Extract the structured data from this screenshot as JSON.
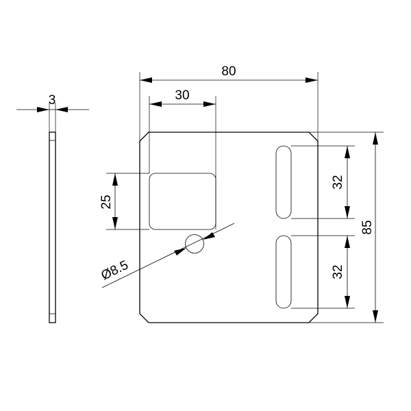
{
  "dimensions": {
    "width_total": "80",
    "window_width": "30",
    "window_height": "25",
    "hole_diameter": "Ø8.5",
    "slot_top_pitch": "32",
    "slot_bottom_pitch": "32",
    "height_total": "85",
    "thickness": "3"
  }
}
